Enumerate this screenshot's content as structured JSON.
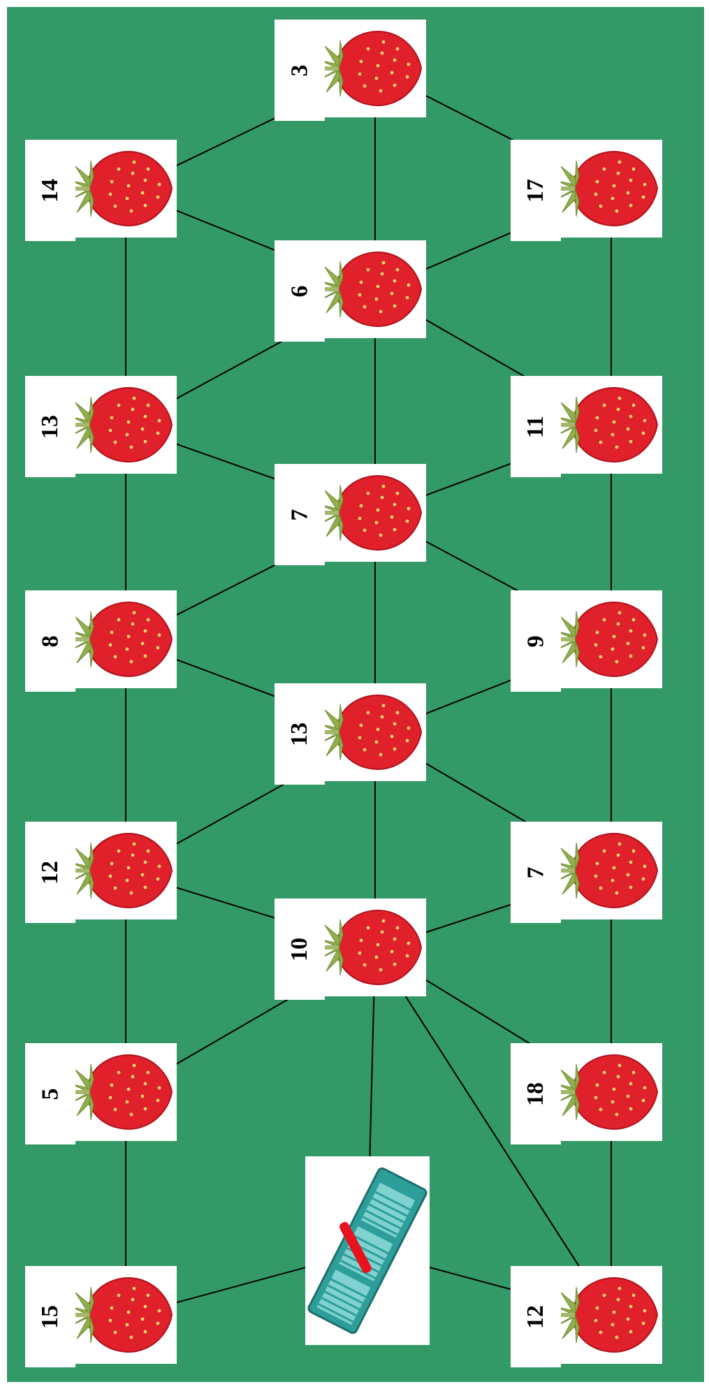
{
  "colors": {
    "field": "#339966",
    "tile": "#ffffff",
    "line": "#000000",
    "berry": "#e0202a",
    "leaf": "#8fb04a",
    "basket": "#2e9e9a",
    "handle": "#e8121e"
  },
  "icons": {
    "node": "strawberry-icon",
    "start": "basket-icon"
  },
  "nodes": [
    {
      "id": "a1",
      "value": "15"
    },
    {
      "id": "a2",
      "value": "5"
    },
    {
      "id": "a3",
      "value": "12"
    },
    {
      "id": "a4",
      "value": "8"
    },
    {
      "id": "a5",
      "value": "13"
    },
    {
      "id": "a6",
      "value": "14"
    },
    {
      "id": "b1",
      "value": "10"
    },
    {
      "id": "b2",
      "value": "13"
    },
    {
      "id": "b3",
      "value": "7"
    },
    {
      "id": "b4",
      "value": "6"
    },
    {
      "id": "b5",
      "value": "3"
    },
    {
      "id": "c1",
      "value": "12"
    },
    {
      "id": "c2",
      "value": "18"
    },
    {
      "id": "c3",
      "value": "7"
    },
    {
      "id": "c4",
      "value": "9"
    },
    {
      "id": "c5",
      "value": "11"
    },
    {
      "id": "c6",
      "value": "17"
    }
  ],
  "edges": [
    [
      "basket",
      "a1"
    ],
    [
      "basket",
      "b1"
    ],
    [
      "basket",
      "c1"
    ],
    [
      "a1",
      "a2"
    ],
    [
      "a2",
      "a3"
    ],
    [
      "a3",
      "a4"
    ],
    [
      "a4",
      "a5"
    ],
    [
      "a5",
      "a6"
    ],
    [
      "c1",
      "c2"
    ],
    [
      "c2",
      "c3"
    ],
    [
      "c3",
      "c4"
    ],
    [
      "c4",
      "c5"
    ],
    [
      "c5",
      "c6"
    ],
    [
      "b1",
      "b2"
    ],
    [
      "b2",
      "b3"
    ],
    [
      "b3",
      "b4"
    ],
    [
      "b4",
      "b5"
    ],
    [
      "b1",
      "a2"
    ],
    [
      "b1",
      "a3"
    ],
    [
      "b1",
      "c2"
    ],
    [
      "b1",
      "c3"
    ],
    [
      "b1",
      "c1"
    ],
    [
      "b2",
      "a3"
    ],
    [
      "b2",
      "a4"
    ],
    [
      "b2",
      "c3"
    ],
    [
      "b2",
      "c4"
    ],
    [
      "b3",
      "a4"
    ],
    [
      "b3",
      "a5"
    ],
    [
      "b3",
      "c4"
    ],
    [
      "b3",
      "c5"
    ],
    [
      "b4",
      "a5"
    ],
    [
      "b4",
      "a6"
    ],
    [
      "b4",
      "c5"
    ],
    [
      "b4",
      "c6"
    ],
    [
      "b5",
      "a6"
    ],
    [
      "b5",
      "c6"
    ]
  ]
}
